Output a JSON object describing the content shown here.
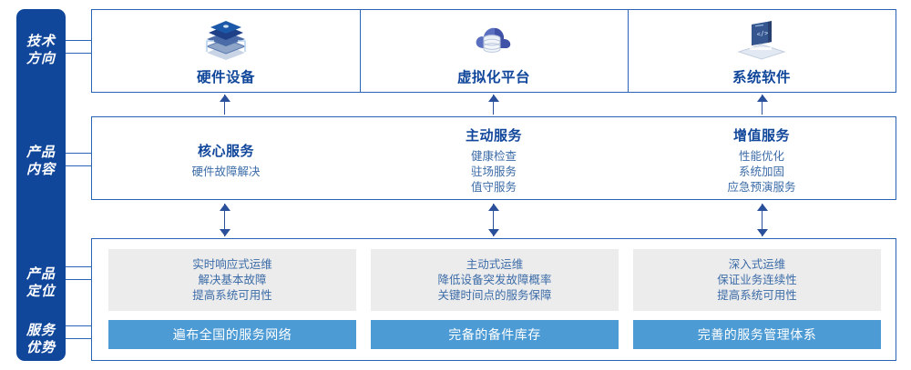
{
  "colors": {
    "rail_blue": "#11479b",
    "border_blue": "#2a62b4",
    "text_blue": "#11479b",
    "sub_text_blue": "#3c6ca8",
    "bar_blue": "#4d9bd4",
    "card_grey": "#ececec"
  },
  "rail": {
    "labels": [
      {
        "id": "tech-direction",
        "line1": "技术",
        "line2": "方向"
      },
      {
        "id": "product-content",
        "line1": "产品",
        "line2": "内容"
      },
      {
        "id": "product-position",
        "line1": "产品",
        "line2": "定位"
      },
      {
        "id": "service-advantage",
        "line1": "服务",
        "line2": "优势"
      }
    ]
  },
  "tech_row": {
    "columns": [
      {
        "icon": "server-stack-icon",
        "title": "硬件设备"
      },
      {
        "icon": "cloud-database-icon",
        "title": "虚拟化平台"
      },
      {
        "icon": "laptop-code-icon",
        "title": "系统软件"
      }
    ]
  },
  "content_row": {
    "columns": [
      {
        "title": "核心服务",
        "items": [
          "硬件故障解决"
        ]
      },
      {
        "title": "主动服务",
        "items": [
          "健康检查",
          "驻场服务",
          "值守服务"
        ]
      },
      {
        "title": "增值服务",
        "items": [
          "性能优化",
          "系统加固",
          "应急预演服务"
        ]
      }
    ]
  },
  "bottom_row": {
    "columns": [
      {
        "positioning": [
          "实时响应式运维",
          "解决基本故障",
          "提高系统可用性"
        ],
        "advantage": "遍布全国的服务网络"
      },
      {
        "positioning": [
          "主动式运维",
          "降低设备突发故障概率",
          "关键时间点的服务保障"
        ],
        "advantage": "完备的备件库存"
      },
      {
        "positioning": [
          "深入式运维",
          "保证业务连续性",
          "提高系统可用性"
        ],
        "advantage": "完善的服务管理体系"
      }
    ]
  },
  "arrows": {
    "tech_to_content": "arrow-up",
    "content_to_bottom": "arrow-up-down"
  }
}
